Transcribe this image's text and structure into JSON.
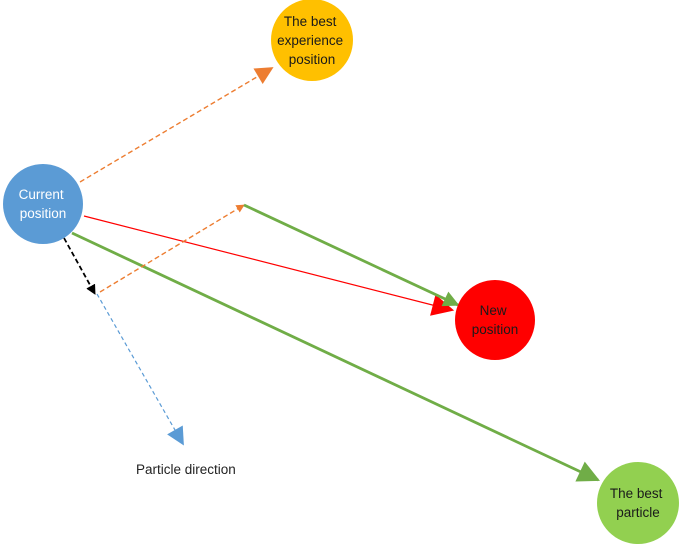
{
  "nodes": {
    "current": {
      "lines": [
        "Current",
        "position"
      ],
      "fill": "#5b9bd5",
      "text_color": "#ffffff"
    },
    "best_experience": {
      "lines": [
        "The best",
        "experience",
        "position"
      ],
      "fill": "#ffc000",
      "text_color": "#1a1a1a"
    },
    "new_position": {
      "lines": [
        "New",
        "position"
      ],
      "fill": "#ff0000",
      "text_color": "#1a1a1a"
    },
    "best_particle": {
      "lines": [
        "The best",
        "particle"
      ],
      "fill": "#92d050",
      "text_color": "#1a1a1a"
    }
  },
  "labels": {
    "particle_direction": "Particle direction"
  },
  "colors": {
    "orange_dashed": "#ed7d31",
    "blue_dashed": "#5b9bd5",
    "black_dashed": "#000000",
    "green": "#70ad47",
    "red": "#ff0000"
  }
}
